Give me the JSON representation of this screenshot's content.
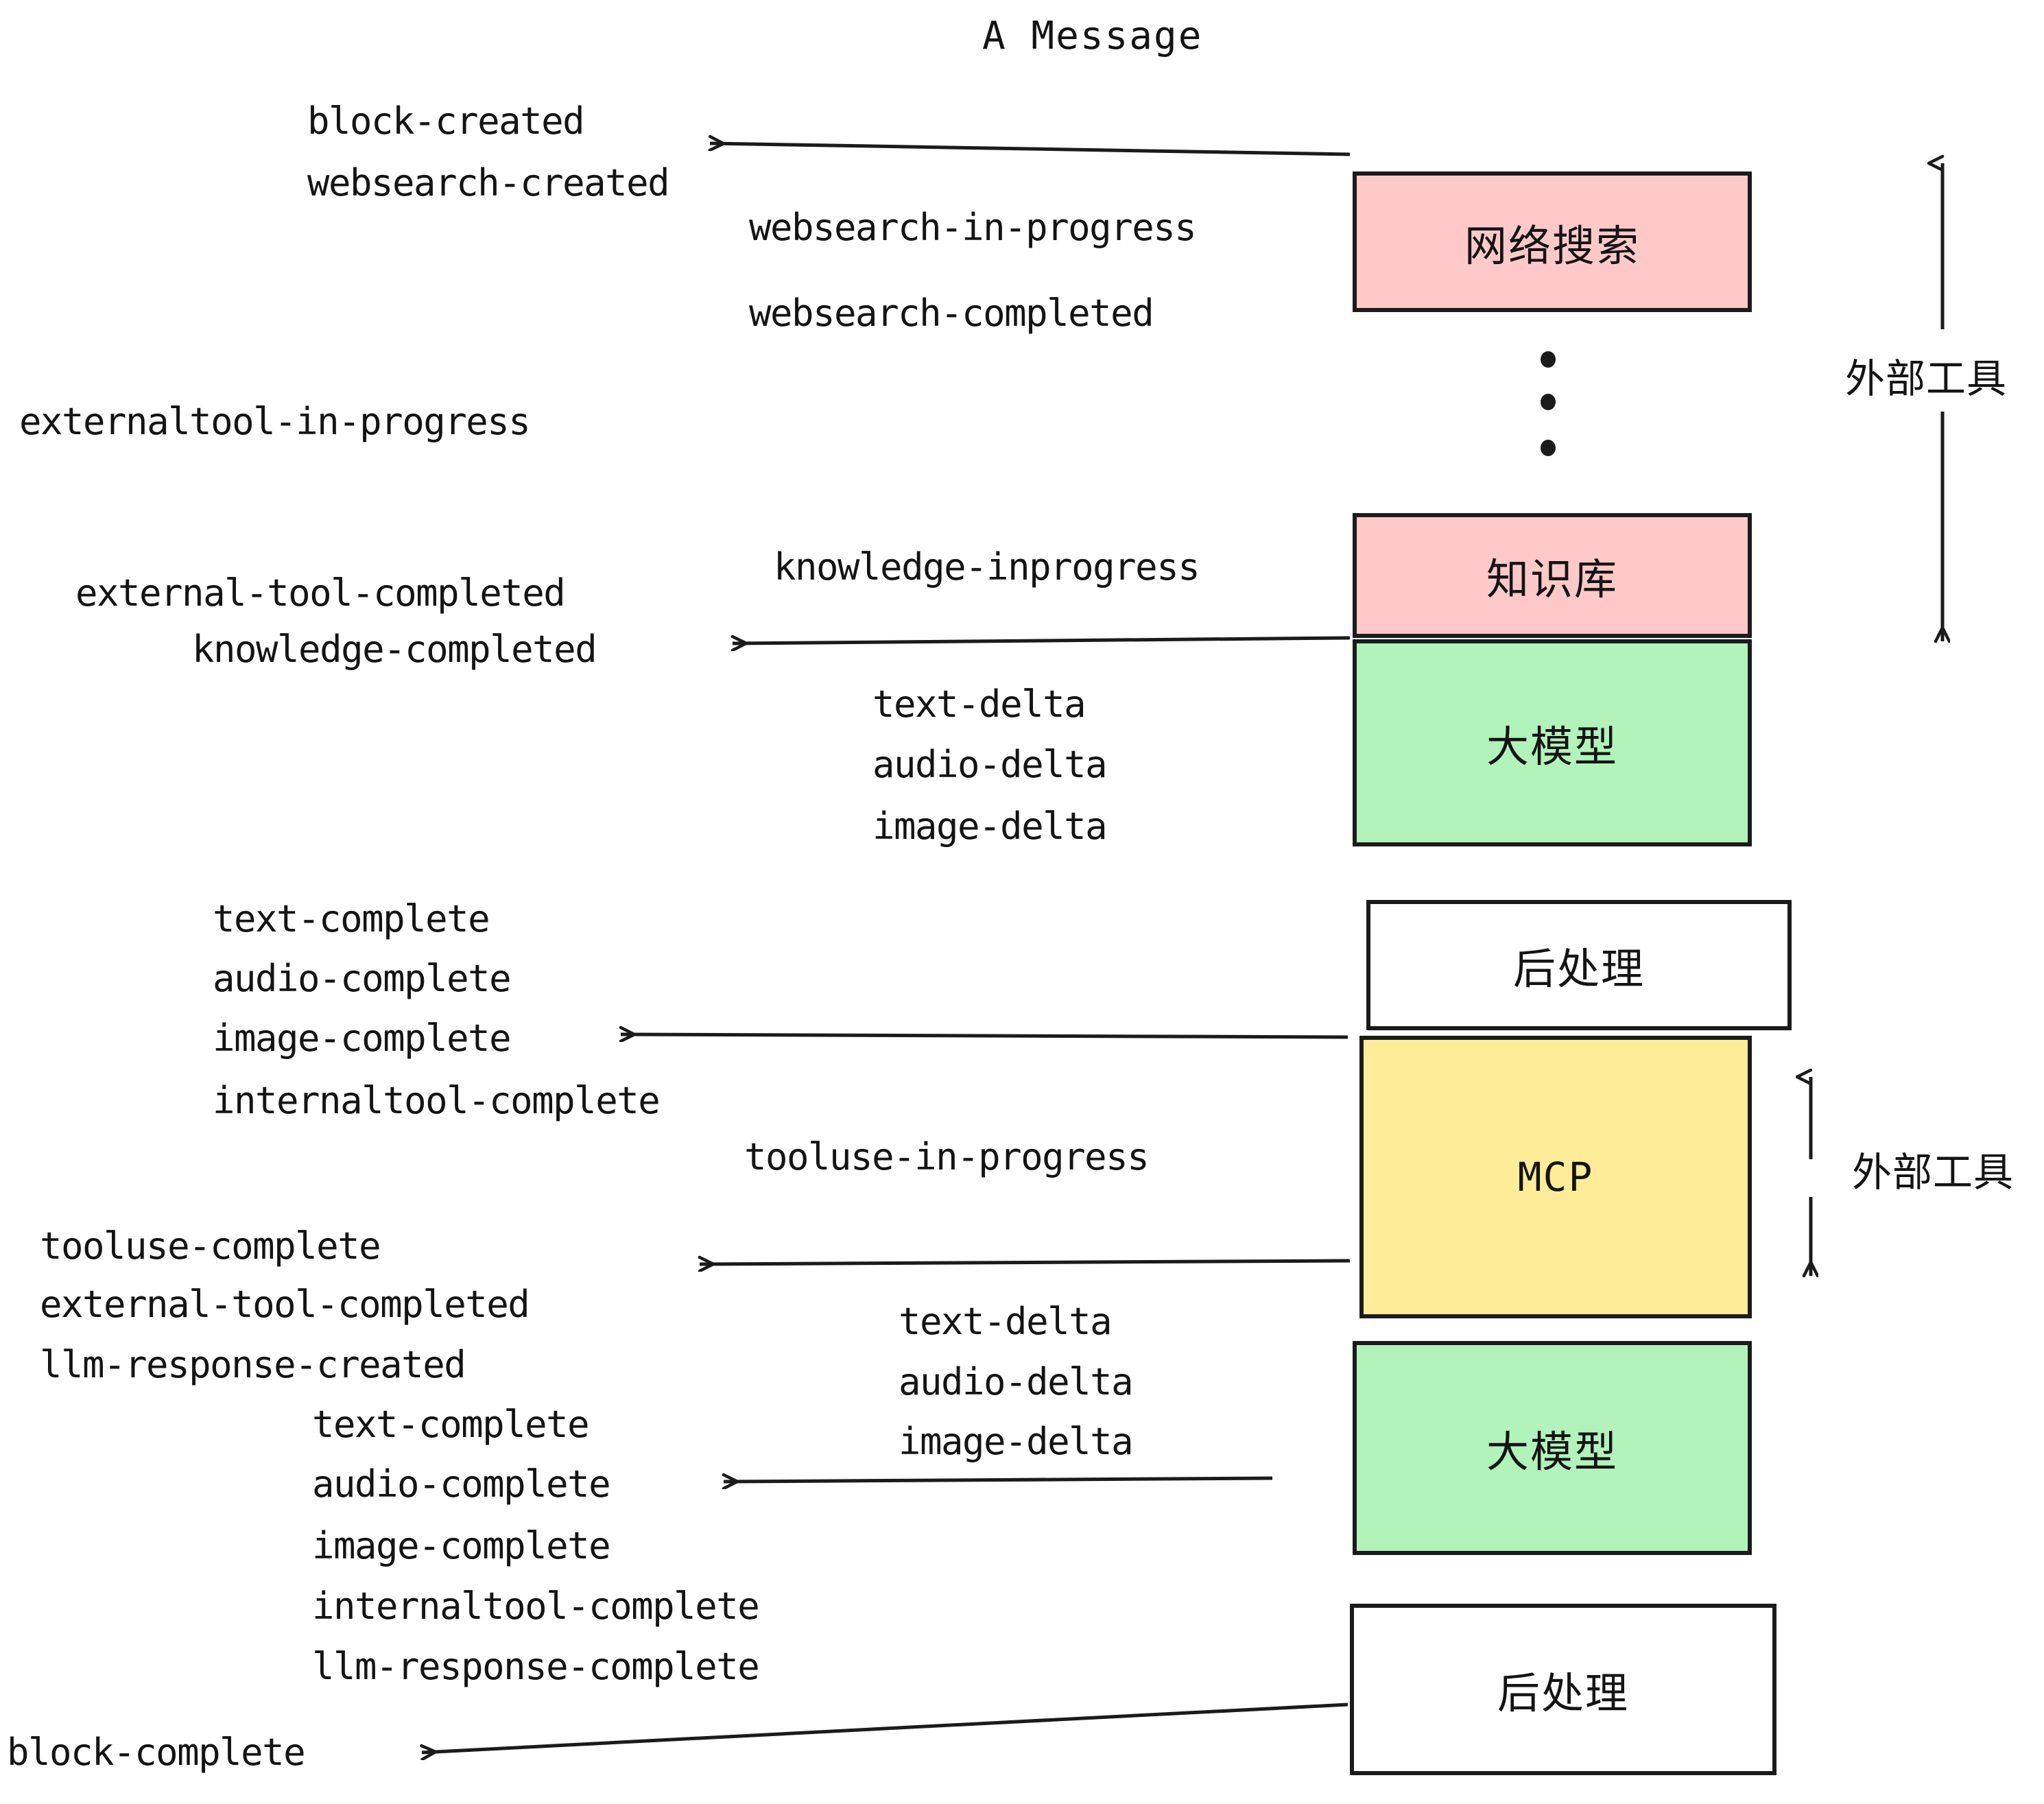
{
  "title": "A Message",
  "boxes": [
    {
      "id": "websearch",
      "label": "网络搜索",
      "color": "#ffc9c9"
    },
    {
      "id": "knowledge",
      "label": "知识库",
      "color": "#ffc9c9"
    },
    {
      "id": "llm-top",
      "label": "大模型",
      "color": "#b2f2bb"
    },
    {
      "id": "post-top",
      "label": "后处理",
      "color": "#ffffff"
    },
    {
      "id": "mcp",
      "label": "MCP",
      "color": "#ffec99"
    },
    {
      "id": "llm-bottom",
      "label": "大模型",
      "color": "#b2f2bb"
    },
    {
      "id": "post-bottom",
      "label": "后处理",
      "color": "#ffffff"
    }
  ],
  "side_labels": [
    {
      "id": "external-tool-top",
      "label": "外部工具"
    },
    {
      "id": "external-tool-bottom",
      "label": "外部工具"
    }
  ],
  "events": {
    "block_created": "block-created",
    "websearch_created": "websearch-created",
    "websearch_in_progress": "websearch-in-progress",
    "websearch_completed": "websearch-completed",
    "externaltool_in_progress": "externaltool-in-progress",
    "knowledge_inprogress": "knowledge-inprogress",
    "external_tool_completed_1": "external-tool-completed",
    "knowledge_completed": "knowledge-completed",
    "text_delta_1": "text-delta",
    "audio_delta_1": "audio-delta",
    "image_delta_1": "image-delta",
    "text_complete_1": "text-complete",
    "audio_complete_1": "audio-complete",
    "image_complete_1": "image-complete",
    "internaltool_complete_1": "internaltool-complete",
    "tooluse_in_progress": "tooluse-in-progress",
    "tooluse_complete": "tooluse-complete",
    "external_tool_completed_2": "external-tool-completed",
    "llm_response_created": "llm-response-created",
    "text_delta_2": "text-delta",
    "audio_delta_2": "audio-delta",
    "image_delta_2": "image-delta",
    "text_complete_2": "text-complete",
    "audio_complete_2": "audio-complete",
    "image_complete_2": "image-complete",
    "internaltool_complete_2": "internaltool-complete",
    "llm_response_complete": "llm-response-complete",
    "block_complete": "block-complete"
  },
  "colors": {
    "pink": "#ffc9c9",
    "green": "#b2f2bb",
    "yellow": "#ffec99",
    "white": "#ffffff",
    "stroke": "#1b1b1b",
    "text": "#141414"
  }
}
